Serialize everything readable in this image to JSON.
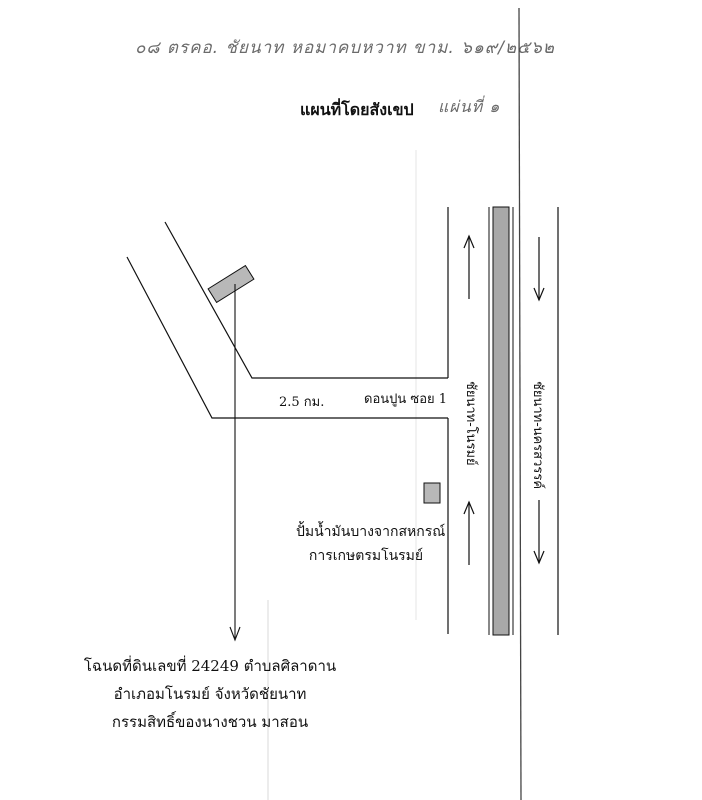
{
  "header": {
    "handwritten_note": "๐๘ ตรคอ. ชัยนาท หอมาคบหวาท ขาม. ๖๑๙/๒๕๖๒",
    "handwritten_sheet": "แผ่นที่ ๑",
    "title": "แผนที่โดยสังเขป"
  },
  "map": {
    "distance_label": "2.5 กม.",
    "soi_label": "ดอนปูน ซอย 1",
    "road_left_label": "ชัยนาท-โนรมย์",
    "road_right_label": "ชัยนาท-นครสวรรค์",
    "station_lines": [
      "ปั้มน้ำมันบางจากสหกรณ์",
      "การเกษตรมโนรมย์"
    ],
    "colors": {
      "ink": "#111111",
      "marker_fill": "#b8b8b8",
      "median_fill": "#a8a8a8",
      "fold_line": "#444444",
      "handwriting": "#6b6b6b"
    }
  },
  "deed": {
    "lines": [
      "โฉนดที่ดินเลขที่ 24249 ตำบลศิลาดาน",
      "อำเภอมโนรมย์ จังหวัดชัยนาท",
      "กรรมสิทธิ์ของนางชวน มาสอน"
    ]
  }
}
